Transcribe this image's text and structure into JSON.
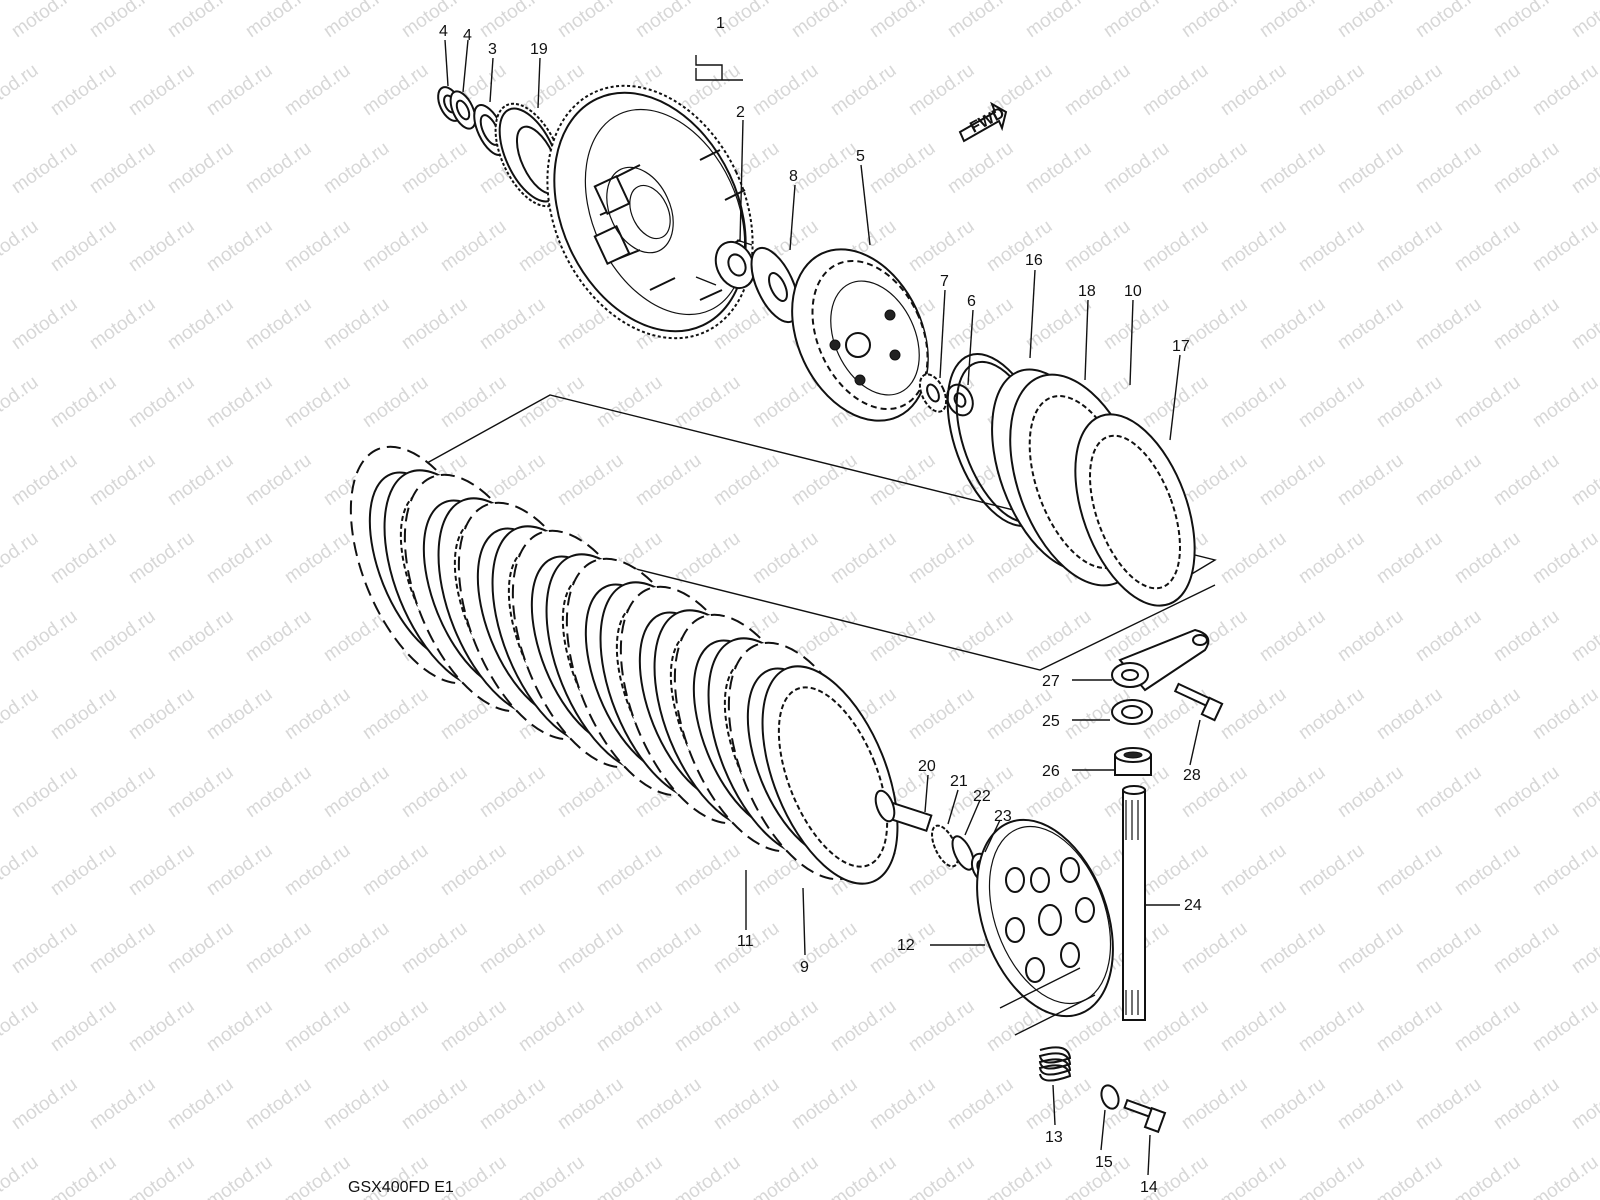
{
  "diagram": {
    "model_code": "GSX400FD E1",
    "direction_marker": "FWD",
    "watermark": "motod.ru",
    "callouts": [
      "1",
      "2",
      "3",
      "4",
      "4",
      "5",
      "6",
      "7",
      "8",
      "9",
      "10",
      "11",
      "12",
      "13",
      "14",
      "15",
      "16",
      "17",
      "18",
      "19",
      "20",
      "21",
      "22",
      "23",
      "24",
      "25",
      "26",
      "27",
      "28"
    ]
  }
}
